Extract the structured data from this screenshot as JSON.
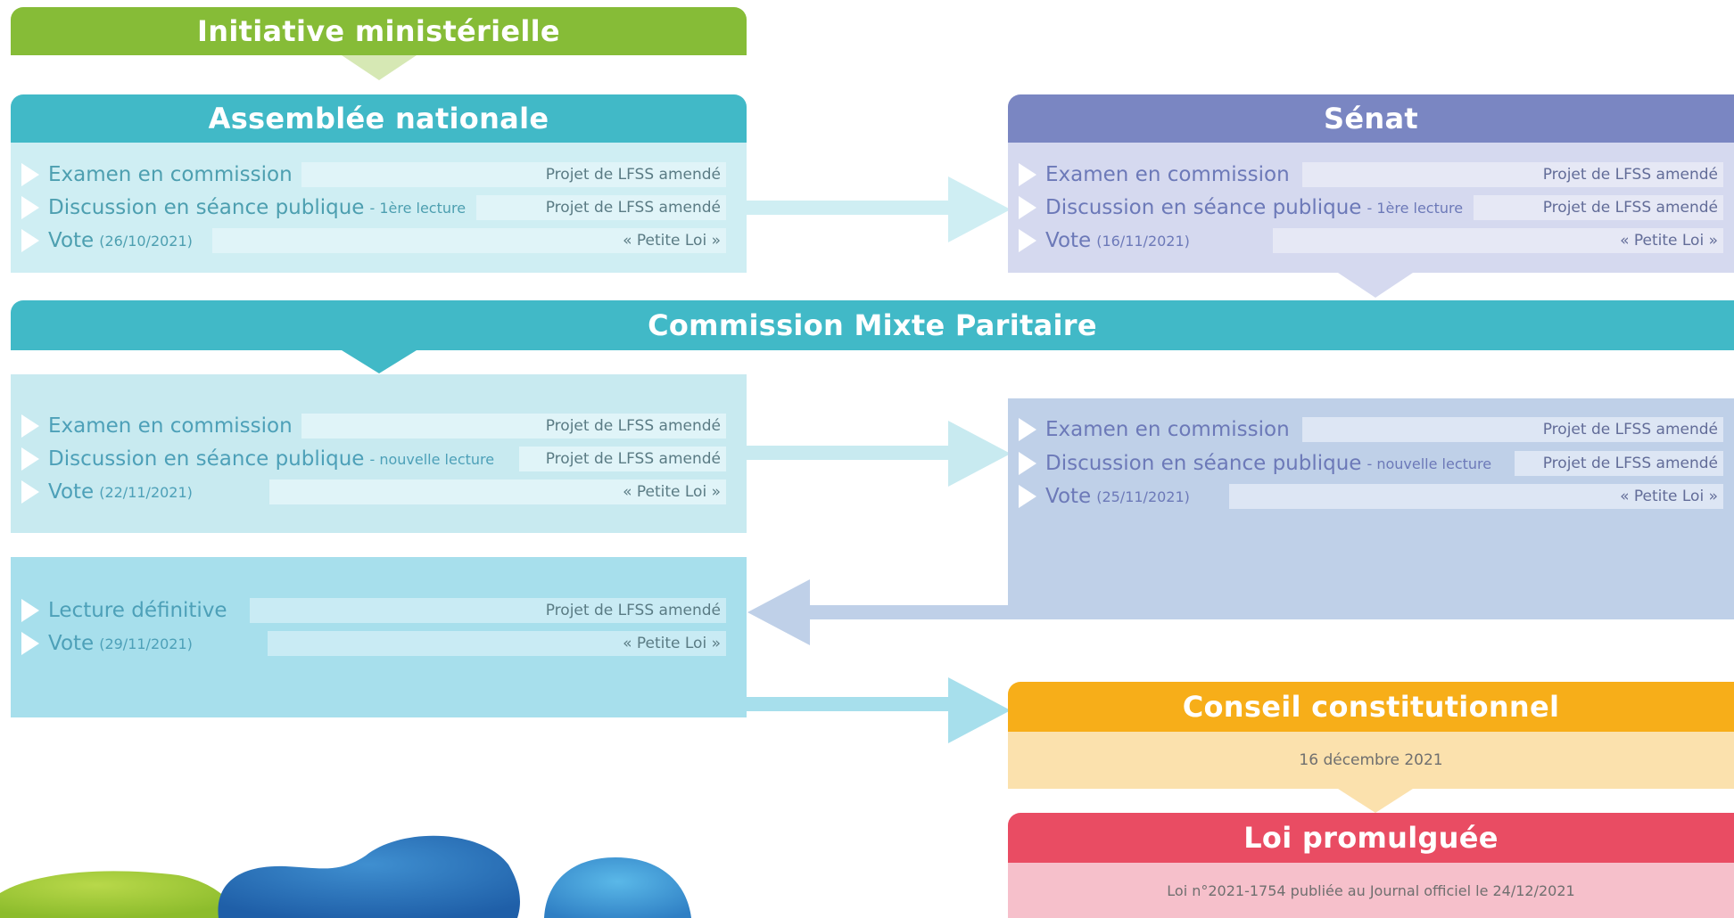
{
  "initiative": {
    "title": "Initiative ministérielle"
  },
  "assemblee": {
    "title": "Assemblée nationale",
    "rows": [
      {
        "label": "Examen en commission",
        "sub": "",
        "tag": "Projet de LFSS amendé"
      },
      {
        "label": "Discussion en séance publique",
        "sub": "- 1ère lecture",
        "tag": "Projet de LFSS amendé"
      },
      {
        "label": "Vote",
        "sub": "(26/10/2021)",
        "tag": "« Petite Loi »"
      }
    ]
  },
  "senat": {
    "title": "Sénat",
    "rows": [
      {
        "label": "Examen en commission",
        "sub": "",
        "tag": "Projet de LFSS amendé"
      },
      {
        "label": "Discussion en séance publique",
        "sub": "- 1ère lecture",
        "tag": "Projet de LFSS amendé"
      },
      {
        "label": "Vote",
        "sub": "(16/11/2021)",
        "tag": "« Petite Loi »"
      }
    ]
  },
  "cmp": {
    "title": "Commission Mixte Paritaire"
  },
  "an_nouvelle": {
    "rows": [
      {
        "label": "Examen en commission",
        "sub": "",
        "tag": "Projet de LFSS amendé"
      },
      {
        "label": "Discussion en séance publique",
        "sub": "- nouvelle lecture",
        "tag": "Projet de LFSS amendé"
      },
      {
        "label": "Vote",
        "sub": "(22/11/2021)",
        "tag": "« Petite Loi »"
      }
    ]
  },
  "senat_nouvelle": {
    "rows": [
      {
        "label": "Examen en commission",
        "sub": "",
        "tag": "Projet de LFSS amendé"
      },
      {
        "label": "Discussion en séance publique",
        "sub": "- nouvelle lecture",
        "tag": "Projet de LFSS amendé"
      },
      {
        "label": "Vote",
        "sub": "(25/11/2021)",
        "tag": "« Petite Loi »"
      }
    ]
  },
  "an_definitive": {
    "rows": [
      {
        "label": "Lecture définitive",
        "sub": "",
        "tag": "Projet de LFSS amendé"
      },
      {
        "label": "Vote",
        "sub": "(29/11/2021)",
        "tag": "« Petite Loi »"
      }
    ]
  },
  "conseil": {
    "title": "Conseil constitutionnel",
    "date": "16 décembre 2021"
  },
  "loi": {
    "title": "Loi promulguée",
    "text": "Loi n°2021-1754 publiée au Journal officiel le 24/12/2021"
  },
  "colors": {
    "green": "#86bc37",
    "teal": "#41b9c7",
    "purple": "#7a86c2",
    "orange": "#f7ae19",
    "red": "#e94c63"
  }
}
